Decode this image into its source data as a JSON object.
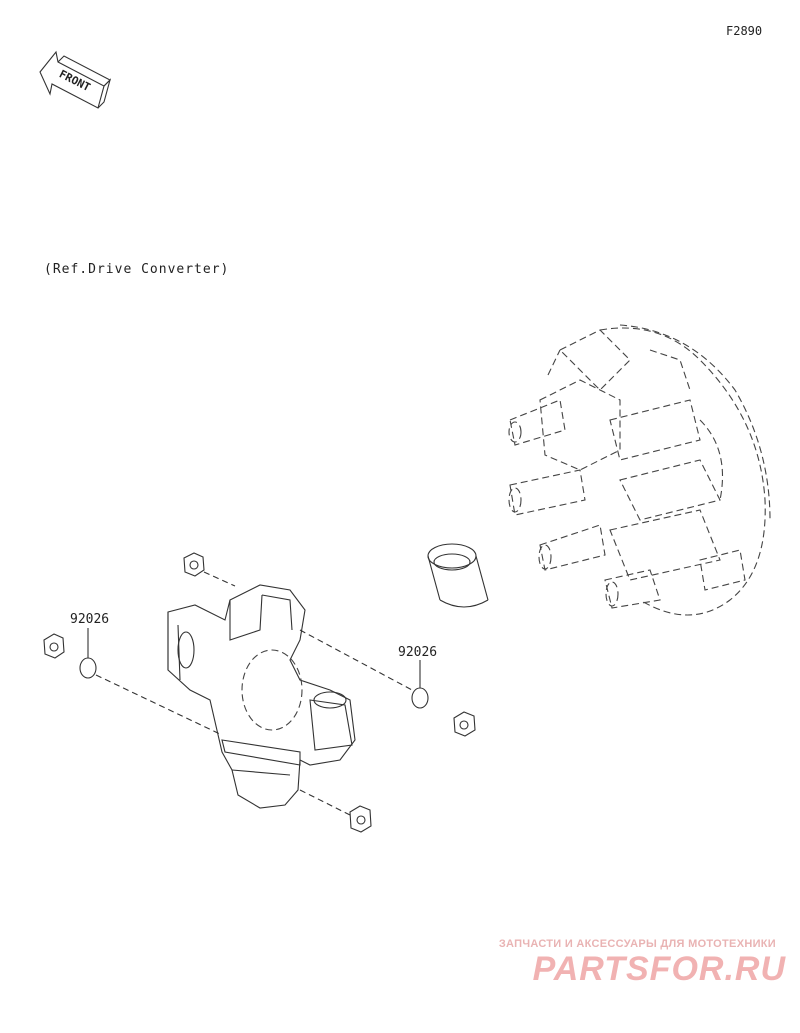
{
  "figure": {
    "id": "F2890",
    "front_label": "FRONT",
    "ref_note": "(Ref.Drive Converter)"
  },
  "callouts": [
    {
      "part_number": "92026"
    },
    {
      "part_number": "92026"
    }
  ],
  "watermark": {
    "tagline": "ЗАПЧАСТИ И АКСЕССУАРЫ ДЛЯ МОТОТЕХНИКИ",
    "logo_text": "PARTSFOR.RU"
  }
}
